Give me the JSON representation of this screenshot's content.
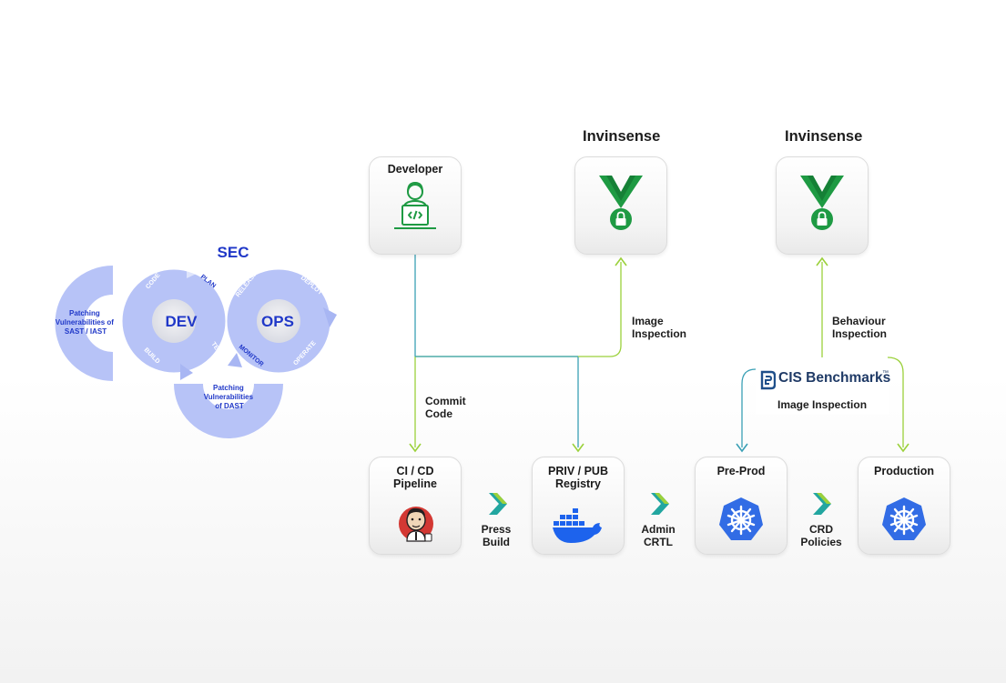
{
  "devsecops": {
    "sec_label": "SEC",
    "dev_label": "DEV",
    "ops_label": "OPS",
    "left_loop_text": "Patching Vulnerabilities of SAST / IAST",
    "left_loop_lines": [
      "Patching",
      "Vulnerabilities of",
      "SAST / IAST"
    ],
    "bottom_loop_lines": [
      "Patching",
      "Vulnerabilities",
      "of DAST"
    ],
    "stages": [
      "CODE",
      "PLAN",
      "RELEASE",
      "DEPLOY",
      "BUILD",
      "TEST",
      "MONITOR",
      "OPERATE"
    ]
  },
  "pipeline": {
    "headers": [
      "Invinsense",
      "Invinsense"
    ],
    "developer": "Developer",
    "cicd": [
      "CI / CD",
      "Pipeline"
    ],
    "registry": [
      "PRIV / PUB",
      "Registry"
    ],
    "preprod": "Pre-Prod",
    "production": "Production",
    "edges": {
      "commit": [
        "Commit",
        "Code"
      ],
      "image_inspection": [
        "Image",
        "Inspection"
      ],
      "behaviour_inspection": [
        "Behaviour",
        "Inspection"
      ],
      "press_build": [
        "Press",
        "Build"
      ],
      "admin_crtl": [
        "Admin",
        "CRTL"
      ],
      "crd_policies": [
        "CRD",
        "Policies"
      ]
    },
    "cis": {
      "brand": "CIS Benchmarks",
      "tm": "™",
      "caption": "Image Inspection"
    }
  },
  "colors": {
    "blue_loop": "#b7c3f7",
    "blue_text": "#2038c8",
    "teal_line": "#3aa0b5",
    "lime_line": "#9bd13b",
    "green_badge": "#1e9a43",
    "k8s_blue": "#326ce5",
    "docker_blue": "#1d63ed"
  }
}
